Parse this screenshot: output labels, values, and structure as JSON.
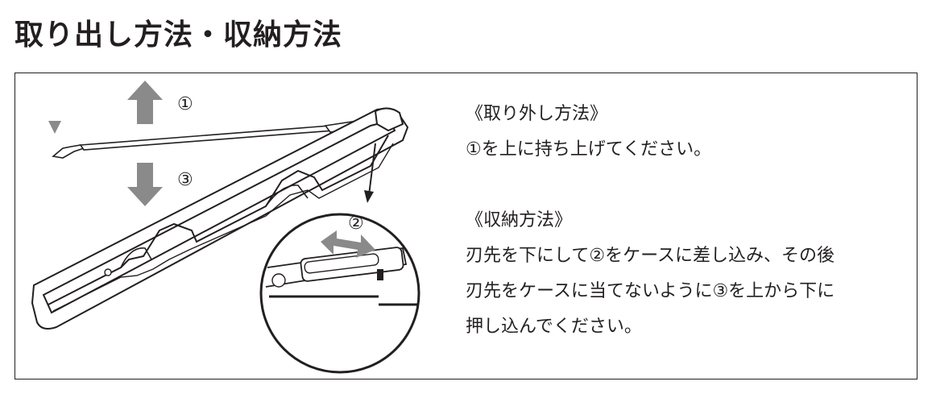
{
  "title": "取り出し方法・収納方法",
  "removal": {
    "heading": "《取り外し方法》",
    "text": "①を上に持ち上げてください。"
  },
  "storage": {
    "heading": "《収納方法》",
    "lines": [
      "刃先を下にして②をケースに差し込み、その後",
      "刃先をケースに当てないように③を上から下に",
      "押し込んでください。"
    ]
  },
  "illustration": {
    "step_up": "①",
    "step_slide": "②",
    "step_down": "③",
    "arrow_color": "#8a8a8a",
    "line_color": "#231f20"
  }
}
